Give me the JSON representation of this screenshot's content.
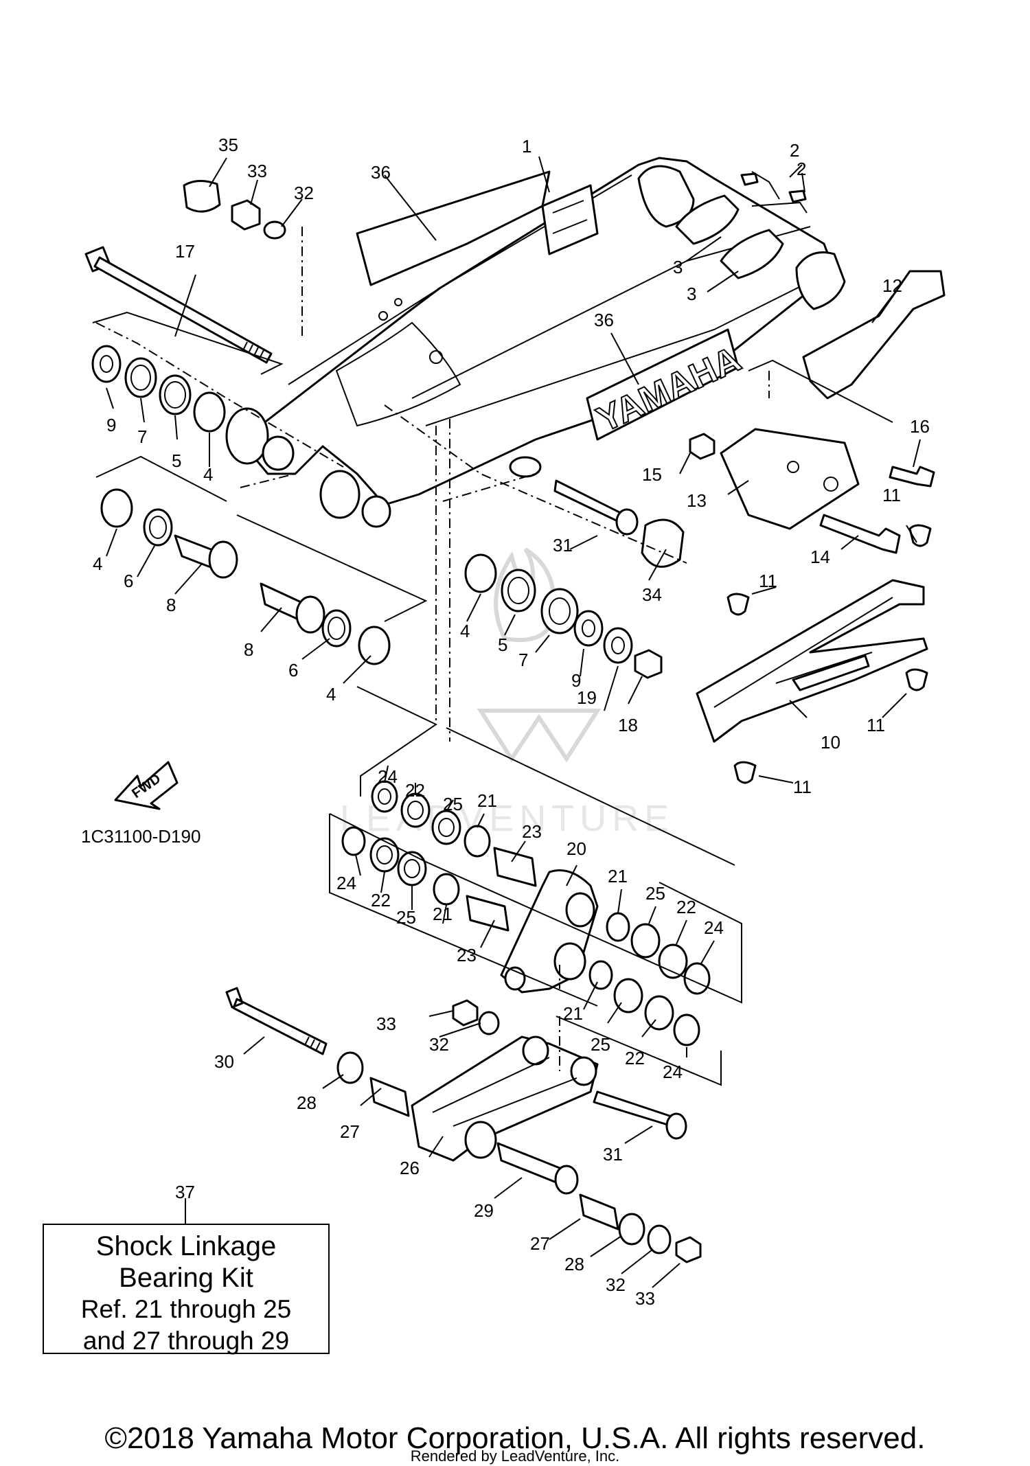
{
  "diagram": {
    "drawing_code": "1C31100-D190",
    "fwd_label": "FWD",
    "brand_decal_text": "YAMAHA",
    "kit": {
      "ref_number": "37",
      "line1": "Shock Linkage",
      "line2": "Bearing Kit",
      "line3": "Ref. 21 through 25",
      "line4": "and 27 through 29"
    },
    "watermark_text": "LEADVENTURE",
    "copyright": "©2018 Yamaha Motor Corporation, U.S.A. All rights reserved.",
    "rendered_by": "Rendered by LeadVenture, Inc."
  },
  "callouts": [
    "1",
    "2",
    "2",
    "3",
    "3",
    "4",
    "4",
    "4",
    "4",
    "5",
    "5",
    "6",
    "6",
    "7",
    "7",
    "8",
    "8",
    "9",
    "9",
    "10",
    "11",
    "11",
    "11",
    "11",
    "12",
    "13",
    "14",
    "15",
    "16",
    "17",
    "18",
    "19",
    "20",
    "21",
    "21",
    "21",
    "21",
    "22",
    "22",
    "22",
    "22",
    "23",
    "23",
    "24",
    "24",
    "24",
    "24",
    "25",
    "25",
    "25",
    "25",
    "26",
    "27",
    "27",
    "28",
    "28",
    "29",
    "30",
    "31",
    "31",
    "32",
    "32",
    "32",
    "33",
    "33",
    "33",
    "34",
    "35",
    "36",
    "36"
  ]
}
